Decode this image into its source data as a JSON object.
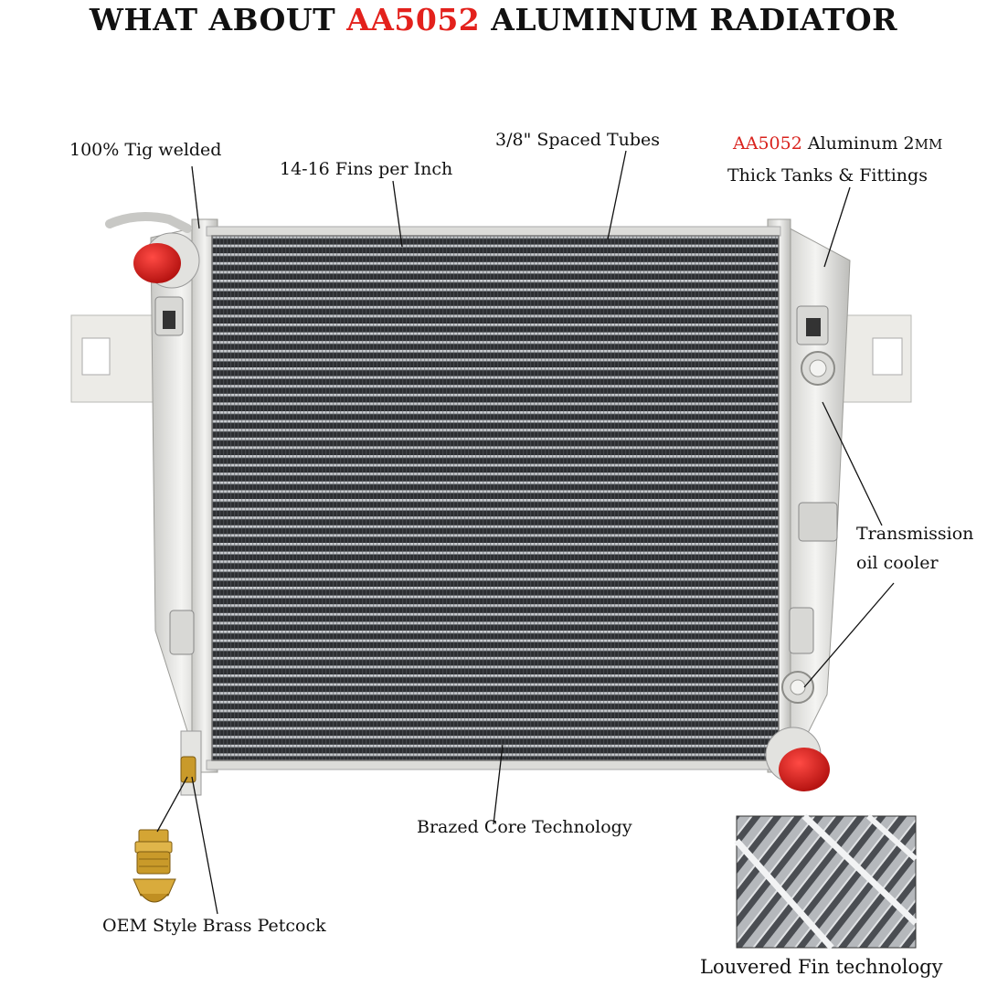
{
  "title": {
    "prefix": "WHAT ABOUT ",
    "highlight": "AA5052",
    "suffix": " ALUMINUM RADIATOR",
    "highlight_color": "#e3211c"
  },
  "labels": {
    "tig_welded": "100% Tig welded",
    "fins_per_inch": "14-16 Fins per Inch",
    "spaced_tubes": "3/8\" Spaced Tubes",
    "tanks_highlight": "AA5052",
    "tanks_line1_rest": " Aluminum 2",
    "tanks_line1_unit": "MM",
    "tanks_line2": "Thick Tanks & Fittings",
    "transmission_line1": "Transmission",
    "transmission_line2": "oil cooler",
    "brazed_core": "Brazed Core Technology",
    "petcock": "OEM Style Brass Petcock",
    "louvered_fin": "Louvered Fin technology"
  },
  "icons": {
    "radiator": "radiator-image",
    "petcock": "brass-petcock-image",
    "louvered_fin": "louvered-fin-closeup-image",
    "radiator_cap": "red-cap-icon"
  },
  "colors": {
    "accent_red": "#d9221d",
    "core_dark": "#2e3033",
    "aluminum": "#e6e6e4",
    "brass": "#c99a2a"
  }
}
